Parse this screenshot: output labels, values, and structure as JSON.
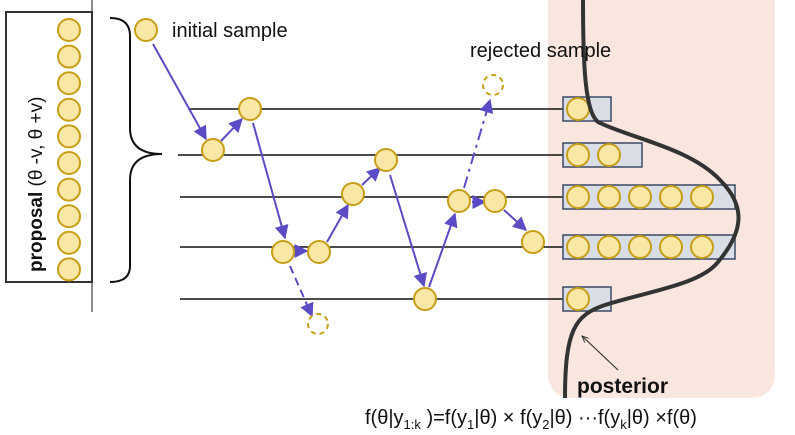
{
  "labels": {
    "initial_sample": "initial sample",
    "rejected_sample": "rejected sample",
    "proposal_bold": "proposal",
    "proposal_range": " (θ -v, θ +v)",
    "posterior": "posterior",
    "formula": "f(θ|y1:k )=f(y1|θ) × f(y2|θ) ···f(yk|θ) ×f(θ)"
  },
  "histogram_counts": [
    1,
    2,
    5,
    5,
    1
  ],
  "colors": {
    "sample_fill": "#f8e7a5",
    "sample_stroke": "#c89e16",
    "arrow": "#5b4bc4",
    "posterior_bg": "#f9e6de",
    "bin_fill": "#d9dde6",
    "bin_stroke": "#3c4a66",
    "curve": "#333333"
  }
}
